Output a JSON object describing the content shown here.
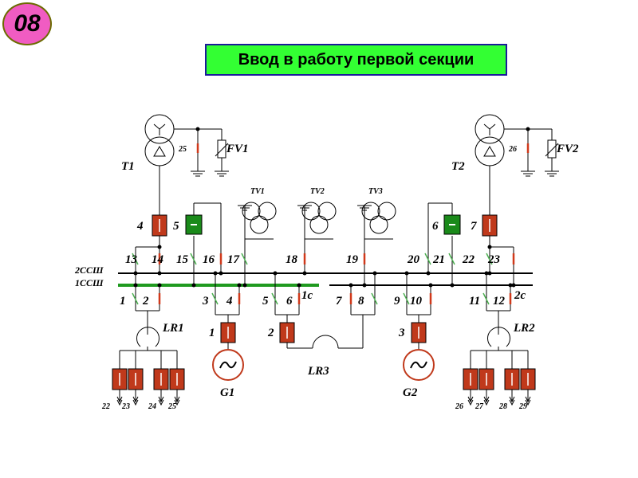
{
  "slide": {
    "number": "08",
    "title": "Ввод в работу первой секции"
  },
  "colors": {
    "badge": "#f05cc2",
    "title_bg": "#33ff33",
    "breaker_red": "#c0391b",
    "breaker_green": "#1a8a1a",
    "energized_bus": "#1f9a1f",
    "disconnector_closed": "#d0391b",
    "disconnector_open": "#4caf50"
  },
  "labels": {
    "T1": "T1",
    "T2": "T2",
    "FV1": "FV1",
    "FV2": "FV2",
    "n25": "25",
    "n26": "26",
    "TV1": "TV1",
    "TV2": "TV2",
    "TV3": "TV3",
    "bus2": "2ССШ",
    "bus1": "1ССШ",
    "s1c": "1c",
    "s2c": "2c",
    "LR1": "LR1",
    "LR2": "LR2",
    "LR3": "LR3",
    "G1": "G1",
    "G2": "G2",
    "b4": "4",
    "b5": "5",
    "b6": "6",
    "b7": "7",
    "d13": "13",
    "d14": "14",
    "d15": "15",
    "d16": "16",
    "d17": "17",
    "d18": "18",
    "d19": "19",
    "d20": "20",
    "d21": "21",
    "d22": "22",
    "d23": "23",
    "d1": "1",
    "d2": "2",
    "d3": "3",
    "d4": "4",
    "d5": "5",
    "d6": "6",
    "d7": "7",
    "d8": "8",
    "d9": "9",
    "d10": "10",
    "d11": "11",
    "d12": "12",
    "g1": "1",
    "g2": "2",
    "g3": "3",
    "f22": "22",
    "f23": "23",
    "f24": "24",
    "f25": "25",
    "f26": "26",
    "f27": "27",
    "f28": "28",
    "f29": "29"
  }
}
